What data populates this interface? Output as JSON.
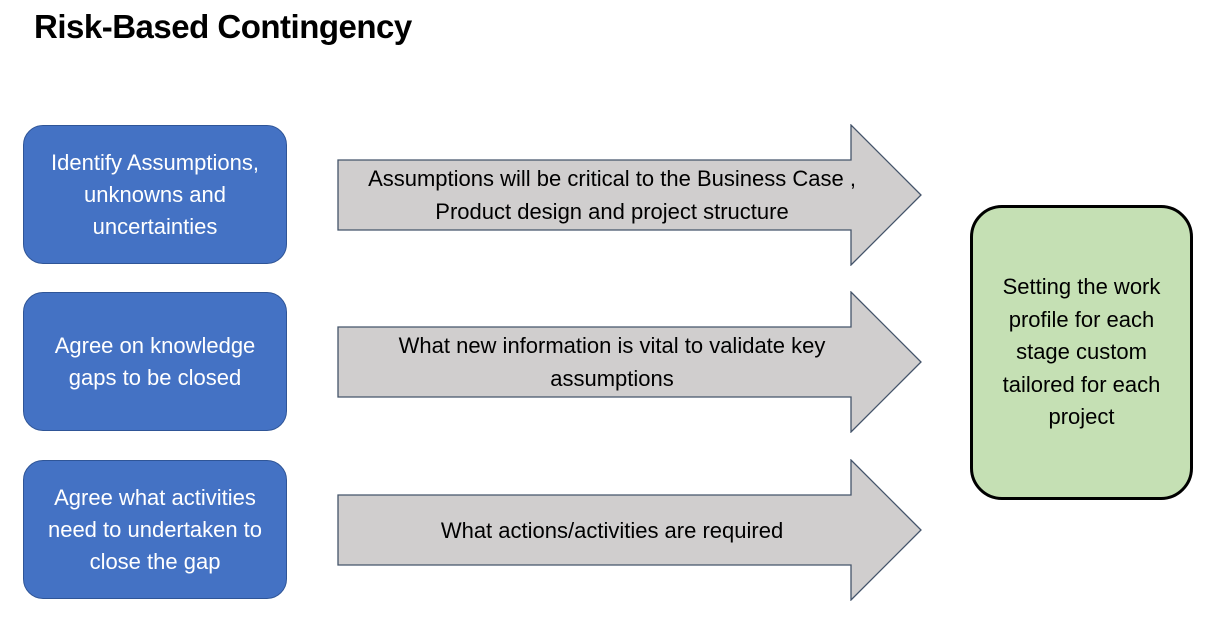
{
  "title": "Risk-Based Contingency",
  "steps": [
    {
      "label": "Identify Assumptions, unknowns and uncertainties",
      "arrow_text": "Assumptions will be critical to the Business Case , Product design and project structure"
    },
    {
      "label": "Agree on knowledge gaps to be closed",
      "arrow_text": "What new information is vital to validate key assumptions"
    },
    {
      "label": "Agree what activities need to undertaken to close the gap",
      "arrow_text": "What actions/activities are required"
    }
  ],
  "outcome": "Setting the work profile for each stage custom tailored for each project",
  "colors": {
    "step_fill": "#4472c4",
    "arrow_fill": "#d0cece",
    "arrow_stroke": "#44546a",
    "outcome_fill": "#c5e0b4"
  }
}
